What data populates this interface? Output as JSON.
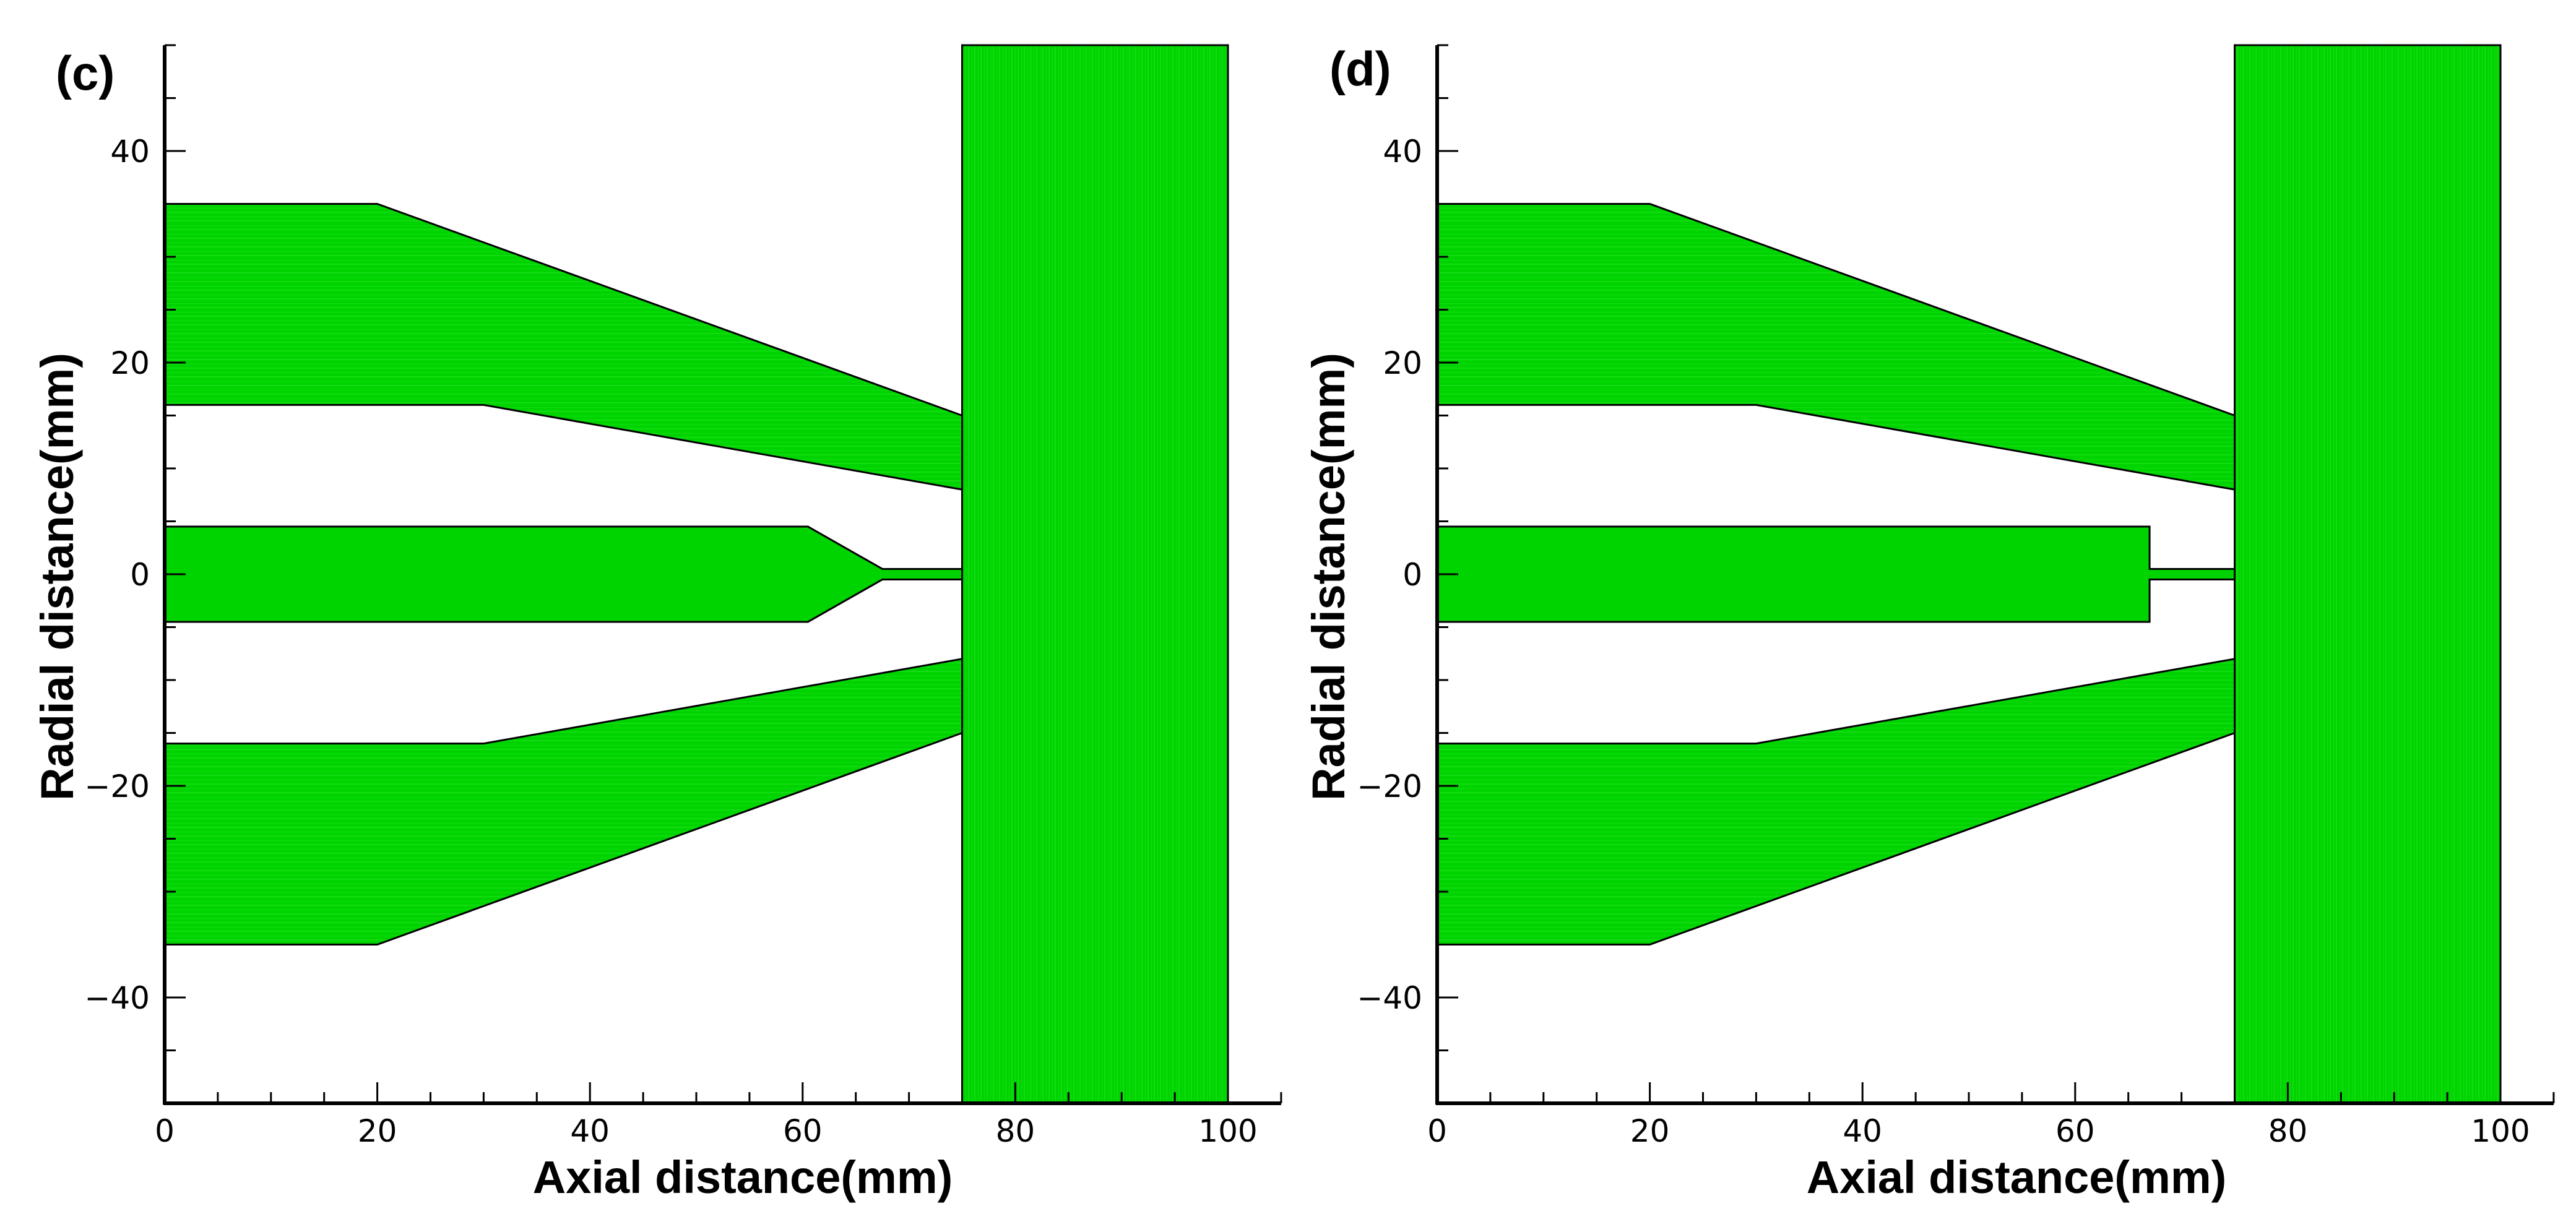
{
  "colors": {
    "mesh_fill": "#00d400",
    "mesh_line": "#1fe21f",
    "outline": "#000000",
    "axis": "#000000"
  },
  "axes": {
    "xlabel": "Axial distance(mm)",
    "ylabel": "Radial distance(mm)",
    "xlim": [
      0,
      105
    ],
    "ylim": [
      -50,
      50
    ],
    "x_ticks": [
      "0",
      "20",
      "40",
      "60",
      "80",
      "100"
    ],
    "y_ticks": [
      "−40",
      "−20",
      "0",
      "20",
      "40"
    ]
  },
  "panels": [
    {
      "label": "(c)",
      "geometry": {
        "outer_upper": [
          [
            0,
            35
          ],
          [
            20,
            35
          ],
          [
            75,
            15
          ],
          [
            75,
            8
          ],
          [
            30,
            16
          ],
          [
            0,
            16
          ]
        ],
        "outer_lower": [
          [
            0,
            -35
          ],
          [
            20,
            -35
          ],
          [
            75,
            -15
          ],
          [
            75,
            -8
          ],
          [
            30,
            -16
          ],
          [
            0,
            -16
          ]
        ],
        "center_body": [
          [
            0,
            4.5
          ],
          [
            60.5,
            4.5
          ],
          [
            67.5,
            0.5
          ],
          [
            75,
            0.5
          ],
          [
            75,
            -0.5
          ],
          [
            67.5,
            -0.5
          ],
          [
            60.5,
            -4.5
          ],
          [
            0,
            -4.5
          ]
        ],
        "chamber": [
          [
            75,
            50
          ],
          [
            100,
            50
          ],
          [
            100,
            -50
          ],
          [
            75,
            -50
          ]
        ]
      }
    },
    {
      "label": "(d)",
      "geometry": {
        "outer_upper": [
          [
            0,
            35
          ],
          [
            20,
            35
          ],
          [
            75,
            15
          ],
          [
            75,
            8
          ],
          [
            30,
            16
          ],
          [
            0,
            16
          ]
        ],
        "outer_lower": [
          [
            0,
            -35
          ],
          [
            20,
            -35
          ],
          [
            75,
            -15
          ],
          [
            75,
            -8
          ],
          [
            30,
            -16
          ],
          [
            0,
            -16
          ]
        ],
        "center_body": [
          [
            0,
            4.5
          ],
          [
            67,
            4.5
          ],
          [
            67,
            0.5
          ],
          [
            75,
            0.5
          ],
          [
            75,
            -0.5
          ],
          [
            67,
            -0.5
          ],
          [
            67,
            -4.5
          ],
          [
            0,
            -4.5
          ]
        ],
        "chamber": [
          [
            75,
            50
          ],
          [
            100,
            50
          ],
          [
            100,
            -50
          ],
          [
            75,
            -50
          ]
        ]
      }
    }
  ]
}
